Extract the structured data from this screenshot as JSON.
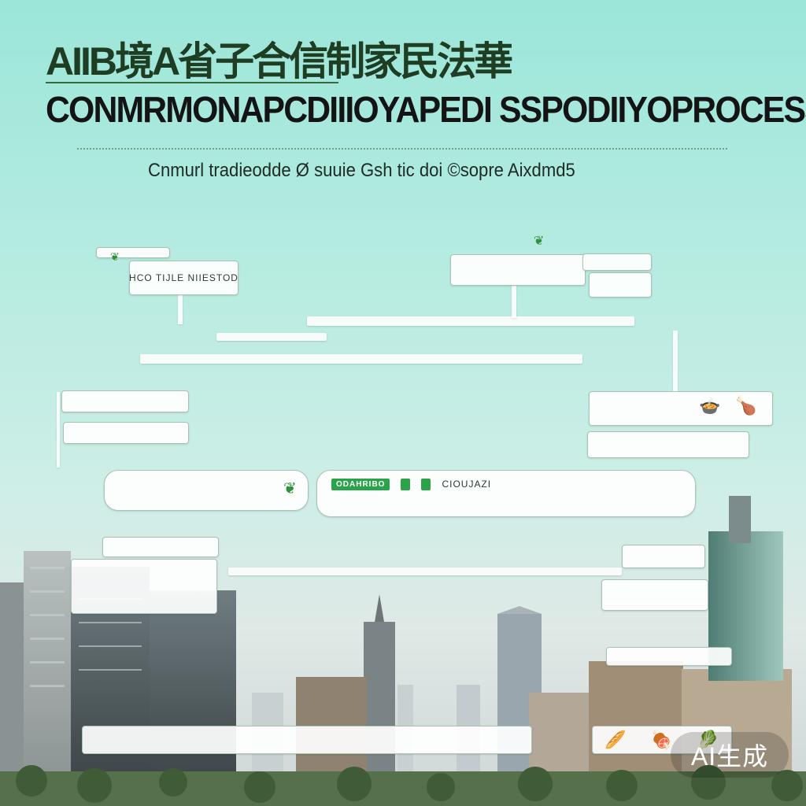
{
  "header": {
    "cjk_title": "AIIB境A省子合信制家民法華",
    "main_title": "CONMRMONAPCDIIIOYAPEDI SSPODIIYOPROCESS",
    "subtitle": "Cnmurl tradieodde Ø suuie Gsh tic doi ©sopre Aixdmd5"
  },
  "boxes": {
    "top_left_tab": "",
    "top_left": "HCO TIJLE NIIESTOD",
    "top_right_a": "",
    "top_right_b": "",
    "top_right_c": "",
    "left_mid_1": "",
    "left_mid_2": "",
    "right_mid_1": "",
    "right_mid_2": "",
    "center_pill_left": "",
    "center_tag_1": "ODAHRIBO",
    "center_tag_2": "",
    "center_tag_3": "",
    "center_row": "",
    "center_right": "CIOUJAZI",
    "lower_left_1": "",
    "lower_left_2": "",
    "lower_right_1": "",
    "lower_right_2": "",
    "skyline_right": "",
    "bottom_bar_left": "",
    "bottom_bar_mid": ""
  },
  "badge": {
    "label": "AI生成"
  },
  "colors": {
    "accent_green": "#2aa34a",
    "sky_top": "#9be6d9",
    "title_text": "#141414"
  },
  "icons": [
    "leaf-icon",
    "food-icon"
  ]
}
